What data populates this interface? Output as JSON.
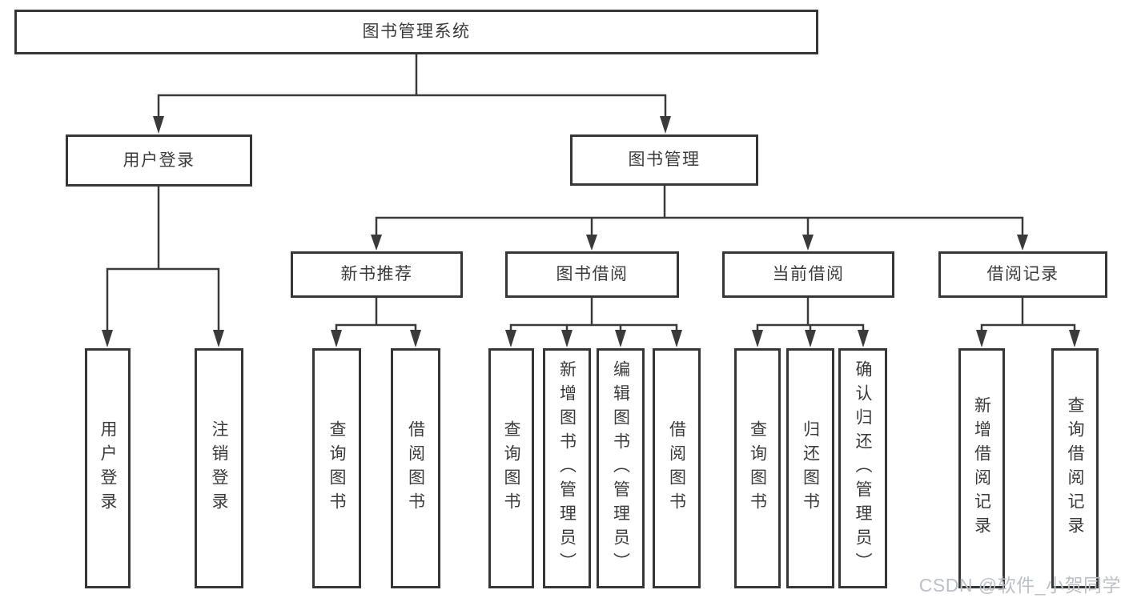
{
  "tree": {
    "root": {
      "label": "图书管理系统"
    },
    "branches": [
      {
        "label": "用户登录",
        "children": [
          {
            "label": "用户登录"
          },
          {
            "label": "注销登录"
          }
        ]
      },
      {
        "label": "图书管理",
        "groups": [
          {
            "label": "新书推荐",
            "children": [
              {
                "label": "查询图书"
              },
              {
                "label": "借阅图书"
              }
            ]
          },
          {
            "label": "图书借阅",
            "children": [
              {
                "label": "查询图书"
              },
              {
                "label": "新增图书（管理员）"
              },
              {
                "label": "编辑图书（管理员）"
              },
              {
                "label": "借阅图书"
              }
            ]
          },
          {
            "label": "当前借阅",
            "children": [
              {
                "label": "查询图书"
              },
              {
                "label": "归还图书"
              },
              {
                "label": "确认归还（管理员）"
              }
            ]
          },
          {
            "label": "借阅记录",
            "children": [
              {
                "label": "新增借阅记录"
              },
              {
                "label": "查询借阅记录"
              }
            ]
          }
        ]
      }
    ]
  },
  "watermark": {
    "text": "CSDN @软件_小贺同学"
  },
  "colors": {
    "line": "#3a3a3a",
    "border": "#363636",
    "text": "#3b3b3b",
    "background": "#ffffff",
    "watermark": "#bcc0c5"
  }
}
